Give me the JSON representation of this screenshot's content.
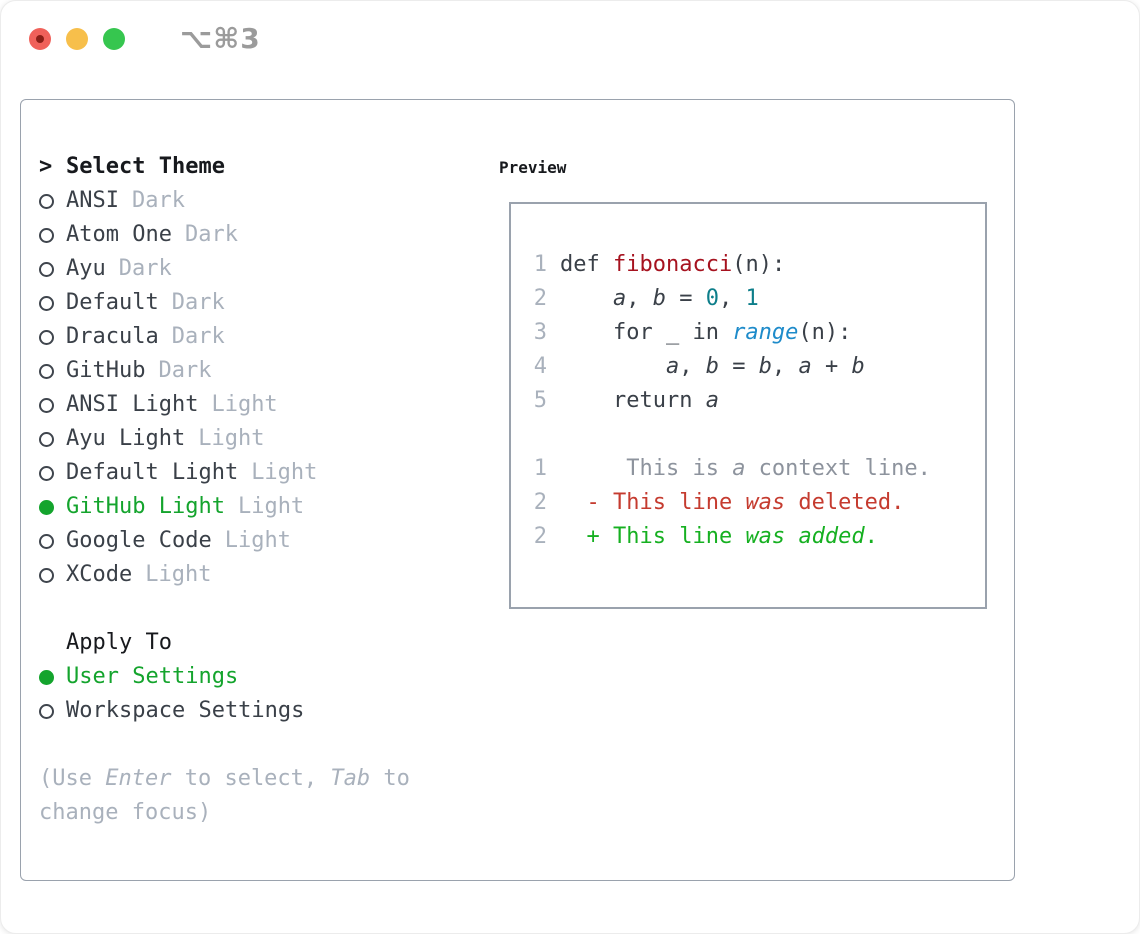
{
  "window": {
    "shortcut_label": "⌥⌘3"
  },
  "icons": {
    "pointer": ">",
    "radio_unselected": "circle-outline",
    "radio_selected": "circle-filled-green",
    "traffic_lights": [
      "close",
      "minimize",
      "maximize"
    ]
  },
  "left": {
    "pointer": ">",
    "title": "Select Theme",
    "themes": [
      {
        "name": "ANSI",
        "tag": "Dark",
        "selected": false
      },
      {
        "name": "Atom One",
        "tag": "Dark",
        "selected": false
      },
      {
        "name": "Ayu",
        "tag": "Dark",
        "selected": false
      },
      {
        "name": "Default",
        "tag": "Dark",
        "selected": false
      },
      {
        "name": "Dracula",
        "tag": "Dark",
        "selected": false
      },
      {
        "name": "GitHub",
        "tag": "Dark",
        "selected": false
      },
      {
        "name": "ANSI Light",
        "tag": "Light",
        "selected": false
      },
      {
        "name": "Ayu Light",
        "tag": "Light",
        "selected": false
      },
      {
        "name": "Default Light",
        "tag": "Light",
        "selected": false
      },
      {
        "name": "GitHub Light",
        "tag": "Light",
        "selected": true
      },
      {
        "name": "Google Code",
        "tag": "Light",
        "selected": false
      },
      {
        "name": "XCode",
        "tag": "Light",
        "selected": false
      }
    ],
    "apply_to": {
      "title": "Apply To",
      "options": [
        {
          "name": "User Settings",
          "selected": true
        },
        {
          "name": "Workspace Settings",
          "selected": false
        }
      ]
    },
    "hint_segments": [
      {
        "text": "(Use ",
        "italic": false
      },
      {
        "text": "Enter",
        "italic": true
      },
      {
        "text": " to select, ",
        "italic": false
      },
      {
        "text": "Tab",
        "italic": true
      },
      {
        "text": " to change focus)",
        "italic": false
      }
    ]
  },
  "preview": {
    "title": "Preview",
    "code_lines": [
      {
        "number": "1",
        "tokens": [
          {
            "text": "def ",
            "color": "code"
          },
          {
            "text": "fibonacci",
            "color": "function"
          },
          {
            "text": "(n):",
            "color": "code"
          }
        ]
      },
      {
        "number": "2",
        "tokens": [
          {
            "text": "    ",
            "color": "code"
          },
          {
            "text": "a",
            "color": "code",
            "italic": true
          },
          {
            "text": ", ",
            "color": "code"
          },
          {
            "text": "b",
            "color": "code",
            "italic": true
          },
          {
            "text": " = ",
            "color": "code"
          },
          {
            "text": "0",
            "color": "number"
          },
          {
            "text": ", ",
            "color": "code"
          },
          {
            "text": "1",
            "color": "number"
          }
        ]
      },
      {
        "number": "3",
        "tokens": [
          {
            "text": "    for _ in ",
            "color": "code"
          },
          {
            "text": "range",
            "color": "builtin",
            "italic": true
          },
          {
            "text": "(n):",
            "color": "code"
          }
        ]
      },
      {
        "number": "4",
        "tokens": [
          {
            "text": "        ",
            "color": "code"
          },
          {
            "text": "a",
            "color": "code",
            "italic": true
          },
          {
            "text": ", ",
            "color": "code"
          },
          {
            "text": "b",
            "color": "code",
            "italic": true
          },
          {
            "text": " = ",
            "color": "code"
          },
          {
            "text": "b",
            "color": "code",
            "italic": true
          },
          {
            "text": ", ",
            "color": "code"
          },
          {
            "text": "a",
            "color": "code",
            "italic": true
          },
          {
            "text": " + ",
            "color": "code"
          },
          {
            "text": "b",
            "color": "code",
            "italic": true
          }
        ]
      },
      {
        "number": "5",
        "tokens": [
          {
            "text": "    return ",
            "color": "code"
          },
          {
            "text": "a",
            "color": "code",
            "italic": true
          }
        ]
      }
    ],
    "diff_lines": [
      {
        "number": "1",
        "tokens": [
          {
            "text": "     This is ",
            "color": "context"
          },
          {
            "text": "a",
            "color": "context",
            "italic": true
          },
          {
            "text": " context line.",
            "color": "context"
          }
        ]
      },
      {
        "number": "2",
        "tokens": [
          {
            "text": "  - This line ",
            "color": "deleted"
          },
          {
            "text": "was",
            "color": "deleted",
            "italic": true
          },
          {
            "text": " deleted.",
            "color": "deleted"
          }
        ]
      },
      {
        "number": "2",
        "tokens": [
          {
            "text": "  + This line ",
            "color": "added"
          },
          {
            "text": "was",
            "color": "added",
            "italic": true
          },
          {
            "text": " ",
            "color": "added"
          },
          {
            "text": "added",
            "color": "added",
            "italic": true
          },
          {
            "text": ".",
            "color": "added"
          }
        ]
      }
    ]
  },
  "colors": {
    "traffic_close": "#f0615a",
    "traffic_minimize": "#f7bf4b",
    "traffic_maximize": "#36c64f",
    "close_dot": "#8b1f17",
    "shortcut_gray": "#9b9b9b",
    "panel_border": "#9aa2ad",
    "heading_black": "#17191d",
    "item_dark": "#3a4048",
    "muted_gray": "#a9b1bc",
    "radio_ring": "#3f454d",
    "selected_green": "#14a42d",
    "code": "#3a4048",
    "function": "#a6121f",
    "number": "#0d7e8a",
    "builtin": "#1e8bca",
    "context": "#8d939d",
    "deleted": "#c53b2f",
    "added": "#16b021"
  }
}
